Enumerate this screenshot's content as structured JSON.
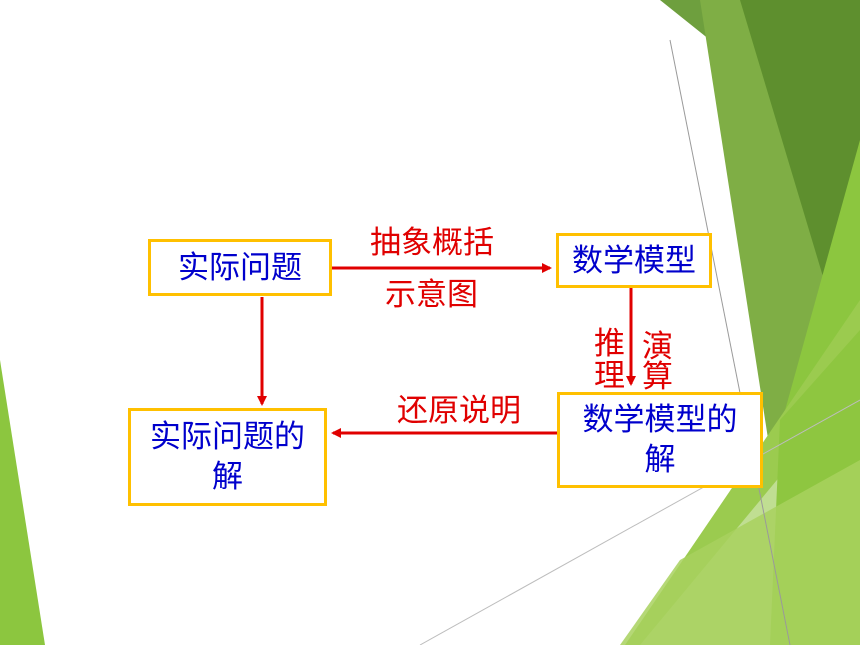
{
  "colors": {
    "box_border": "#FFC000",
    "box_text": "#0000CC",
    "arrow": "#E00000",
    "label_text": "#E00000",
    "green_dark": "#5E8F2E",
    "green_mid": "#7DB83A",
    "green_light": "#C9E2A2"
  },
  "diagram": {
    "boxes": {
      "real_problem": "实际问题",
      "math_model": "数学模型",
      "real_solution_line1": "实际问题的",
      "real_solution_line2": "解",
      "model_solution_line1": "数学模型的",
      "model_solution_line2": "解"
    },
    "labels": {
      "abstract": "抽象概括",
      "diagram": "示意图",
      "reason_1": "推",
      "reason_2": "理",
      "calc_1": "演",
      "calc_2": "算",
      "restore": "还原说明"
    }
  }
}
